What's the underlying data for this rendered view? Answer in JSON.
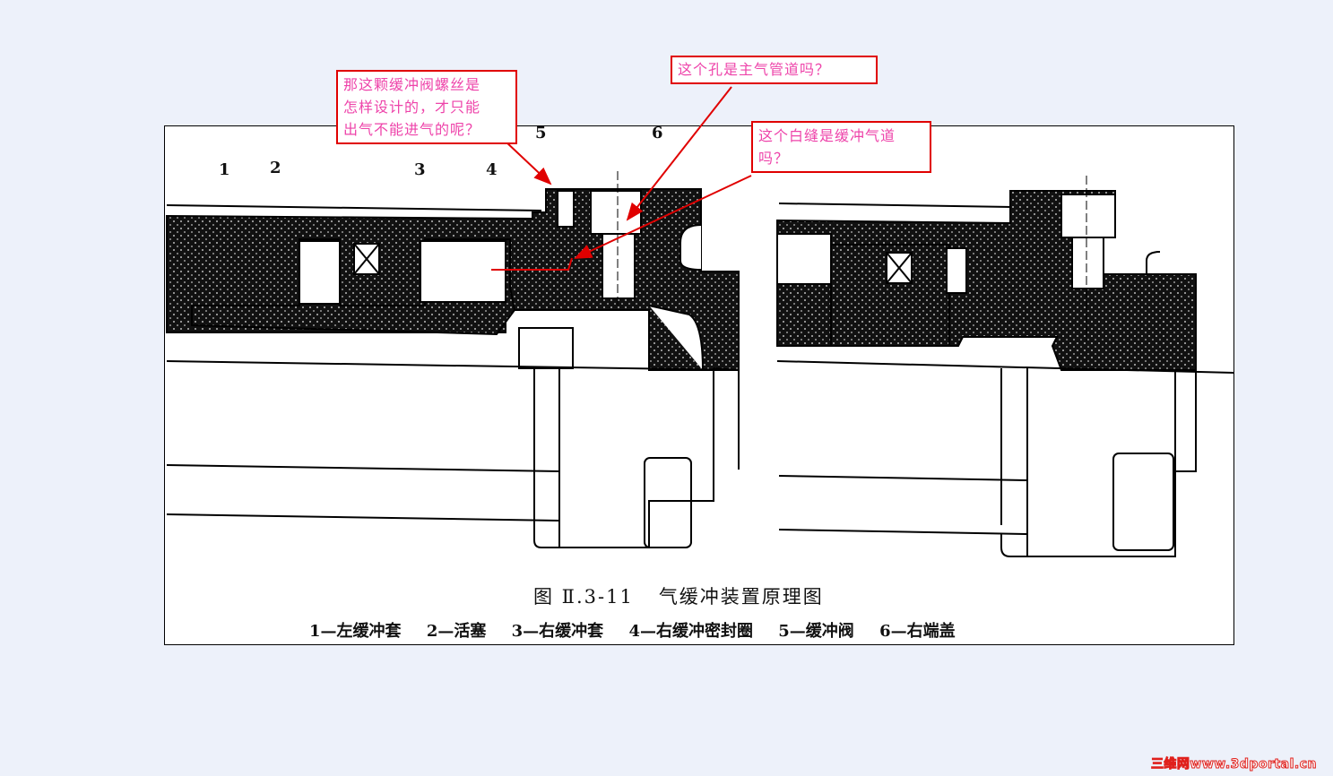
{
  "figure": {
    "title_number": "图 Ⅱ.3-11",
    "title_text": "气缓冲装置原理图",
    "legend": [
      "1—左缓冲套",
      "2—活塞",
      "3—右缓冲套",
      "4—右缓冲密封圈",
      "5—缓冲阀",
      "6—右端盖"
    ],
    "part_numbers": [
      "1",
      "2",
      "3",
      "4",
      "5",
      "6"
    ]
  },
  "annotations": [
    {
      "id": "valve-question",
      "lines": [
        "那这颗缓冲阀螺丝是",
        "怎样设计的，才只能",
        "出气不能进气的呢？"
      ]
    },
    {
      "id": "hole-question",
      "lines": [
        "这个孔是主气管道吗？"
      ]
    },
    {
      "id": "gap-question",
      "lines": [
        "这个白缝是缓冲气道",
        "吗？"
      ]
    }
  ],
  "colors": {
    "background": "#EDF1FA",
    "annotation_border": "#E00000",
    "annotation_text": "#EE44AA",
    "arrow": "#E00000",
    "hatch": "#111111"
  },
  "watermark": "三维网www.3dportal.cn"
}
